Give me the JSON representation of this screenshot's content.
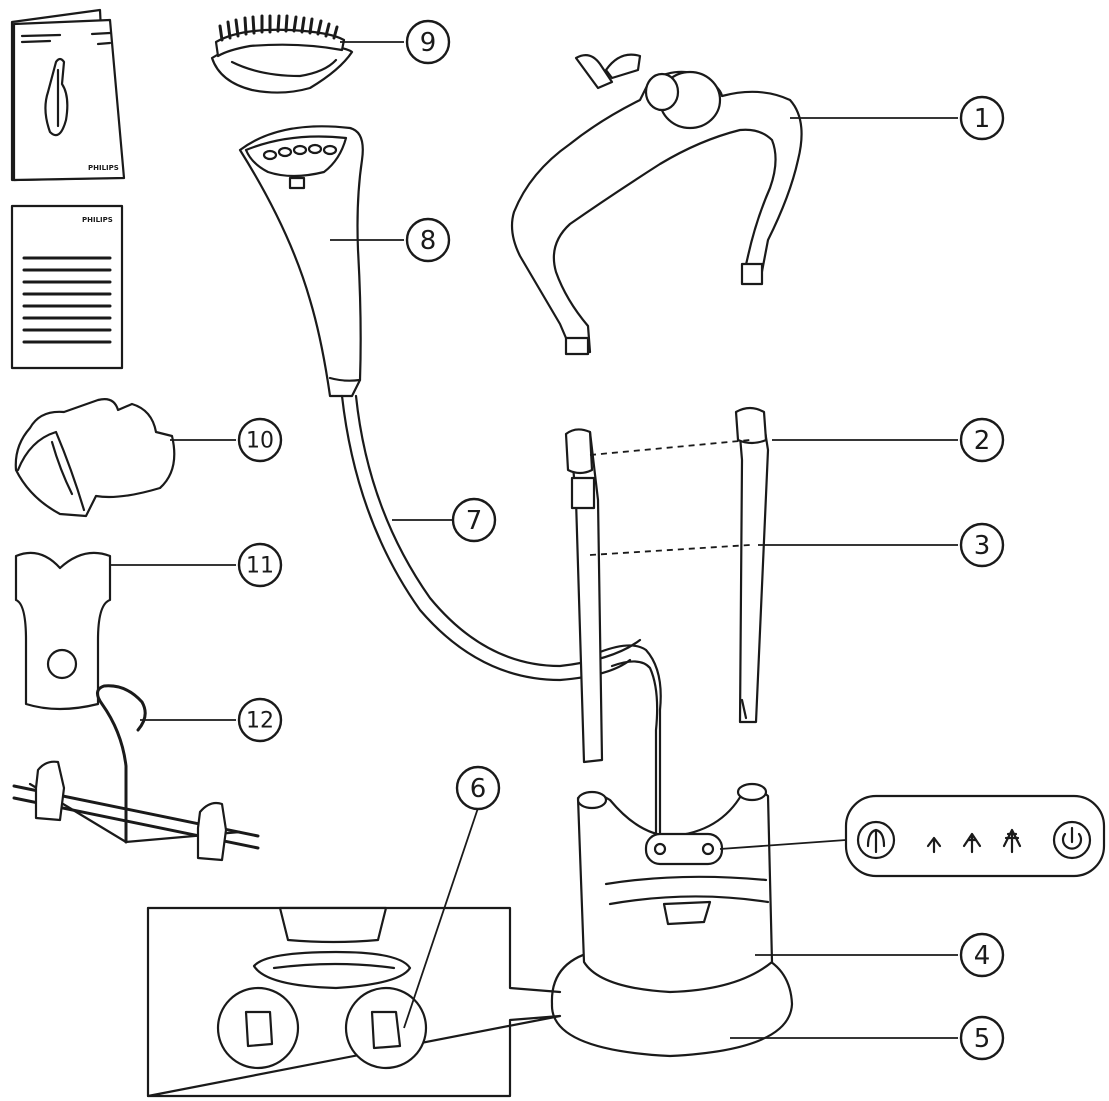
{
  "callouts": [
    {
      "id": "1",
      "label": "1"
    },
    {
      "id": "2",
      "label": "2"
    },
    {
      "id": "3",
      "label": "3"
    },
    {
      "id": "4",
      "label": "4"
    },
    {
      "id": "5",
      "label": "5"
    },
    {
      "id": "6",
      "label": "6"
    },
    {
      "id": "7",
      "label": "7"
    },
    {
      "id": "8",
      "label": "8"
    },
    {
      "id": "9",
      "label": "9"
    },
    {
      "id": "10",
      "label": "10"
    },
    {
      "id": "11",
      "label": "11"
    },
    {
      "id": "12",
      "label": "12"
    }
  ],
  "booklet": {
    "brand": "PHILIPS"
  },
  "manual": {
    "brand": "PHILIPS"
  },
  "control_panel": {
    "icons": [
      "steam-boost-icon",
      "steam-low-icon",
      "steam-medium-icon",
      "steam-high-icon",
      "power-icon"
    ]
  }
}
